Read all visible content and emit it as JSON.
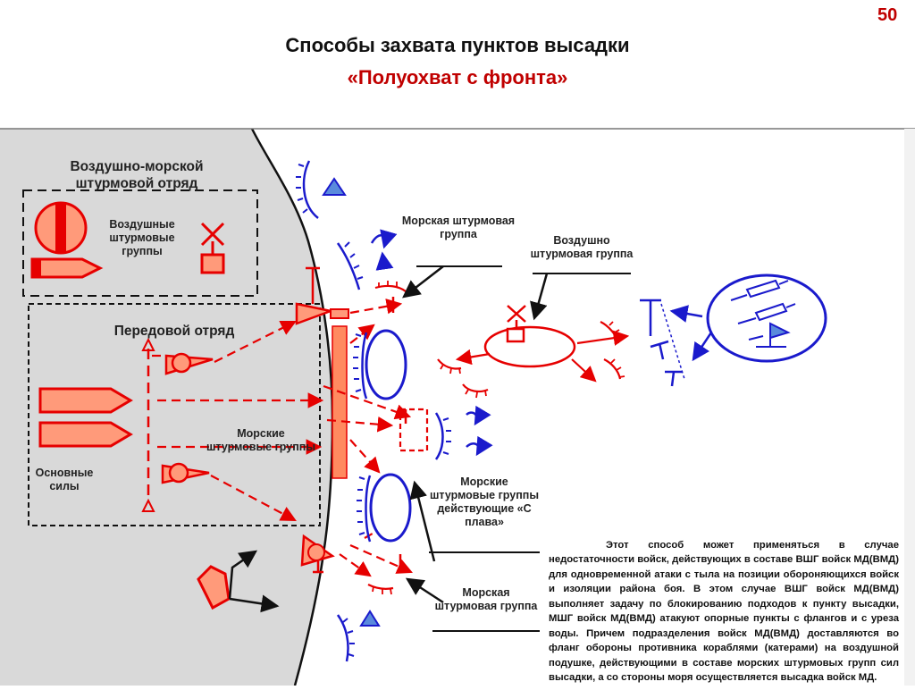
{
  "page_number": "50",
  "title": "Способы захвата пунктов высадки",
  "subtitle": "«Полуохват с фронта»",
  "labels": {
    "air_sea_detachment": "Воздушно-морской штурмовой отряд",
    "air_assault_groups": "Воздушные штурмовые группы",
    "forward_detachment": "Передовой отряд",
    "main_forces": "Основные силы",
    "sea_assault_groups_left": "Морские штурмовые группы",
    "sea_assault_group_top": "Морская штурмовая группа",
    "air_assault_group_right": "Воздушно штурмовая группа",
    "sea_assault_groups_right_flank": "Морские штурмовые группы действующие «С плава»",
    "sea_assault_group_bottom": "Морская штурмовая группа"
  },
  "description": "Этот способ может применяться в случае недостаточности войск, действующих в составе ВШГ войск МД(ВМД) для одновременной атаки с тыла на позиции обороняющихся войск и изоляции района боя. В этом случае ВШГ войск МД(ВМД) выполняет задачу по блокированию подходов к пункту высадки, МШГ войск МД(ВМД) атакуют опорные пункты с флангов и с уреза воды. Причем подразделения войск МД(ВМД) доставляются во фланг обороны противника кораблями (катерами) на воздушной подушке, действующими в составе морских штурмовых групп сил высадки, а со стороны моря осуществляется высадка войск МД.",
  "colors": {
    "friendly": "#e60000",
    "enemy": "#1a1acc",
    "sea": "#d9d9d9",
    "title": "#111111",
    "subtitle": "#c00000"
  }
}
